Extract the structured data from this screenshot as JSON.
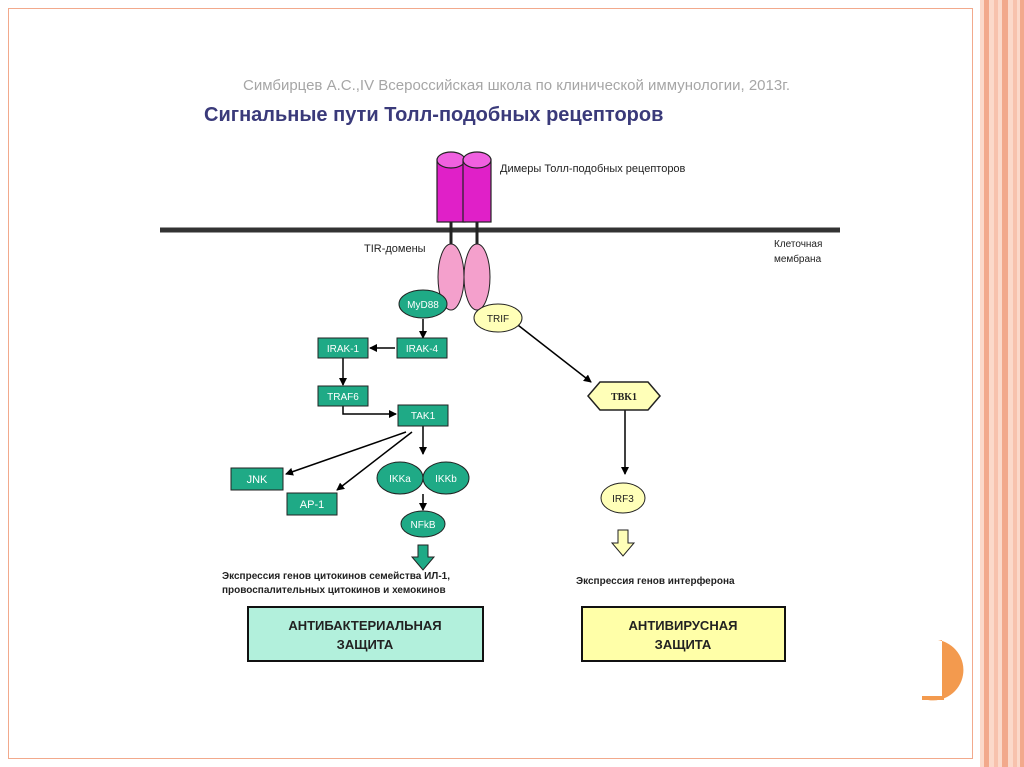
{
  "slide": {
    "subtitle": "Симбирцев А.С.,IV Всероссийская школа по клинической иммунологии, 2013г.",
    "title": "Сигнальные пути Толл-подобных рецепторов"
  },
  "diagram": {
    "labels": {
      "receptor_dimers": "Димеры Толл-подобных рецепторов",
      "tir_domains": "TIR-домены",
      "membrane_line1": "Клеточная",
      "membrane_line2": "мембрана",
      "il1_expression_line1": "Экспрессия генов цитокинов семейства ИЛ-1,",
      "il1_expression_line2": "провоспалительных цитокинов и хемокинов",
      "interferon_expression": "Экспрессия генов интерферона"
    },
    "nodes": {
      "myd88": "MyD88",
      "trif": "TRIF",
      "irak4": "IRAK-4",
      "irak1": "IRAK-1",
      "traf6": "TRAF6",
      "tak1": "TAK1",
      "jnk": "JNK",
      "ap1": "AP-1",
      "ikka": "IKKa",
      "ikkb": "IKKb",
      "nfkb": "NFkB",
      "tbk1": "TBK1",
      "irf3": "IRF3"
    },
    "outcomes": {
      "antibacterial_line1": "АНТИБАКТЕРИАЛЬНАЯ",
      "antibacterial_line2": "ЗАЩИТА",
      "antiviral_line1": "АНТИВИРУСНАЯ",
      "antiviral_line2": "ЗАЩИТА"
    }
  },
  "colors": {
    "accent_stripe": "#f2a98c",
    "receptor": "#e020c8",
    "tir_domain": "#f4a0cc",
    "node_green": "#1faa86",
    "node_yellow": "#ffffb8",
    "outcome_green": "#b2f0dc",
    "outcome_yellow": "#ffffa8",
    "title": "#3a3a7a"
  }
}
